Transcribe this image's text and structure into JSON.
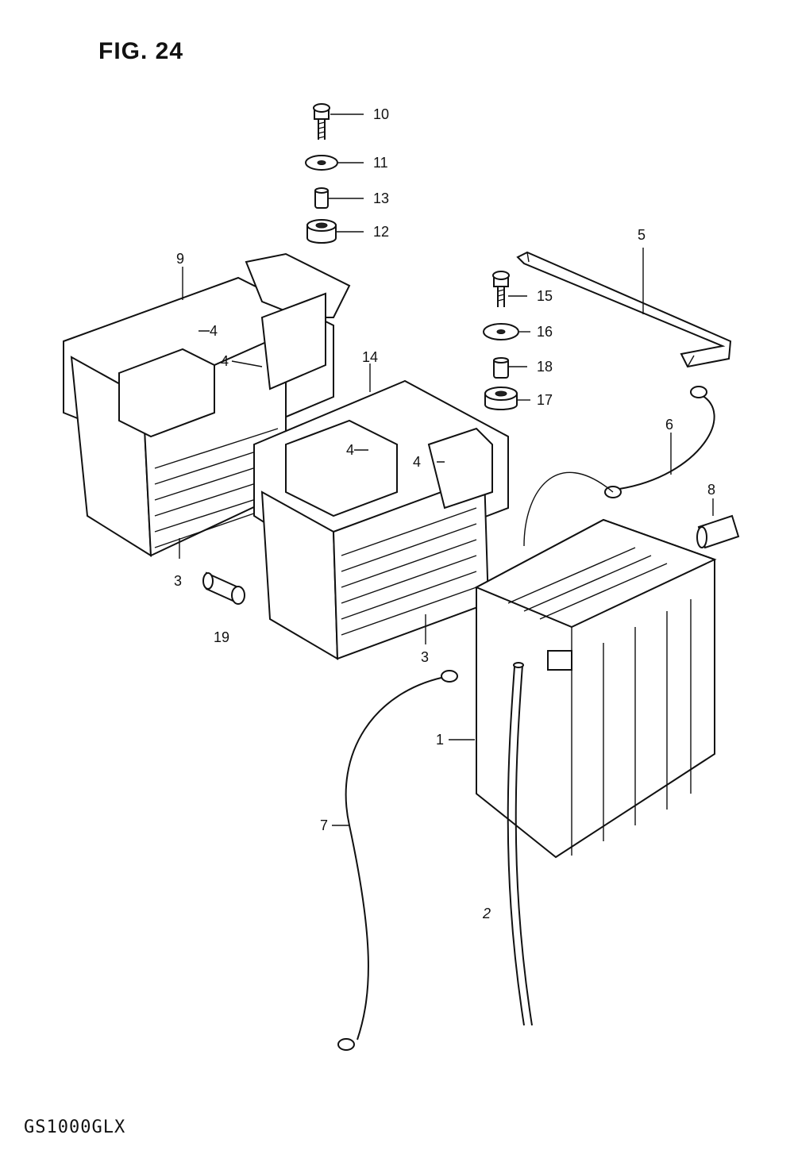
{
  "figure": {
    "title": "FIG. 24",
    "model": "GS1000GLX"
  },
  "callouts": {
    "c1": "1",
    "c2": "2",
    "c3a": "3",
    "c3b": "3",
    "c4a": "4",
    "c4b": "4",
    "c4c": "4",
    "c4d": "4",
    "c5": "5",
    "c6": "6",
    "c7": "7",
    "c8": "8",
    "c9": "9",
    "c10": "10",
    "c11": "11",
    "c12": "12",
    "c13": "13",
    "c14": "14",
    "c15": "15",
    "c16": "16",
    "c17": "17",
    "c18": "18",
    "c19": "19"
  }
}
